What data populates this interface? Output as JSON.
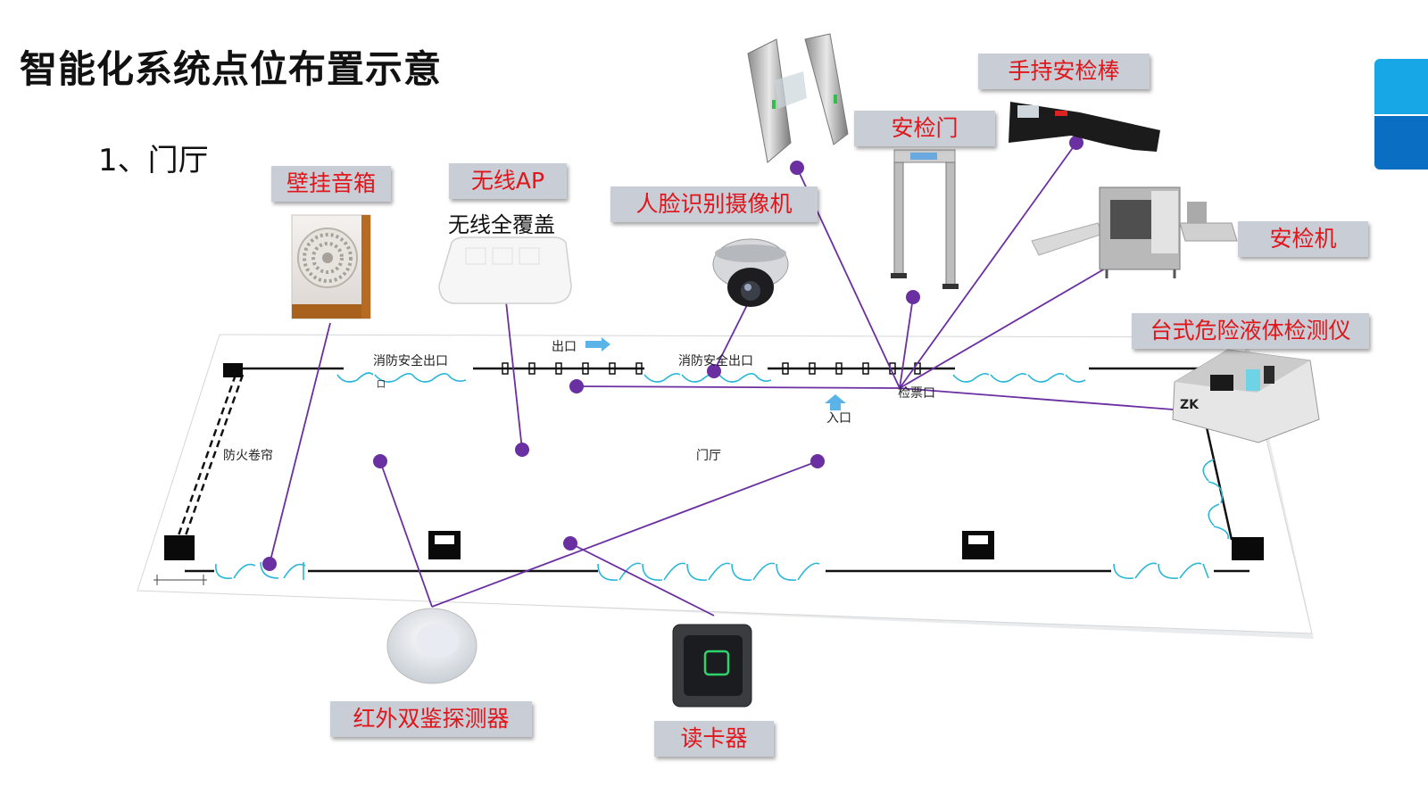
{
  "title": "智能化系统点位布置示意",
  "subtitle": "1、门厅",
  "labels": {
    "wall_speaker": "壁挂音箱",
    "wireless_ap": "无线AP",
    "wireless_note": "无线全覆盖",
    "face_camera": "人脸识别摄像机",
    "security_gate": "安检门",
    "handheld_wand": "手持安检棒",
    "xray_machine": "安检机",
    "liquid_detector": "台式危险液体检测仪",
    "ir_detector": "红外双鉴探测器",
    "card_reader": "读卡器"
  },
  "plan_text": {
    "fire_exit_1": "消防安全出口",
    "fire_exit_2": "消防安全出口",
    "exit": "出口",
    "entrance": "入口",
    "ticket_check": "检票口",
    "fire_shutter": "防火卷帘",
    "hall": "门厅",
    "small_mark": "口"
  },
  "colors": {
    "accent_line": "#6a2fa0",
    "label_text": "#e0161b",
    "label_bg": "#c9cdd6",
    "door_arc": "#28b7d8",
    "tab_light": "#17a6e6",
    "tab_dark": "#0a6fc2"
  }
}
